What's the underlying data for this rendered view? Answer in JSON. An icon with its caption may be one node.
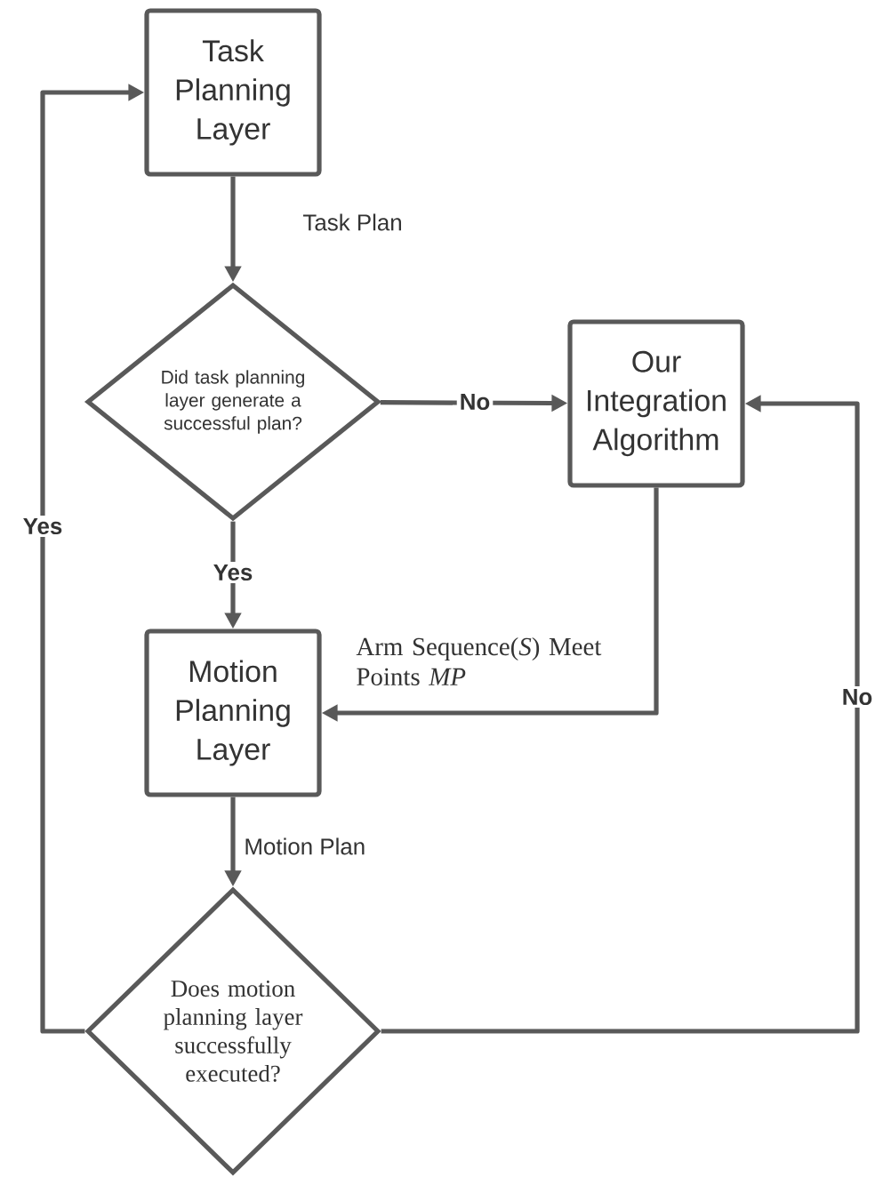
{
  "diagram": {
    "nodes": [
      {
        "text": [
          "Task Planning Layer"
        ]
      },
      {
        "text": [
          "Did task planning layer generate a successful plan?"
        ]
      },
      {
        "text": [
          "Our Integration Algorithm"
        ]
      },
      {
        "text": [
          "Motion Planning Layer"
        ]
      },
      {
        "text": [
          "Does motion planning layer successfully executed?"
        ]
      }
    ],
    "edges": [
      {
        "from": 0,
        "to": 1,
        "arrow": "to",
        "label": "Task Plan"
      },
      {
        "from": 1,
        "to": 2,
        "arrow": "to",
        "label": "No"
      },
      {
        "from": 1,
        "to": 3,
        "arrow": "to",
        "label": "Yes"
      },
      {
        "from": 2,
        "to": 3,
        "arrow": "to",
        "label": "Arm Sequence(*S*) Meet Points *MP*"
      },
      {
        "from": 3,
        "to": 4,
        "arrow": "to",
        "label": "Motion Plan"
      },
      {
        "from": 4,
        "to": 0,
        "arrow": "to",
        "label": "Yes"
      },
      {
        "from": 4,
        "to": 2,
        "arrow": "to",
        "label": "No"
      }
    ]
  }
}
